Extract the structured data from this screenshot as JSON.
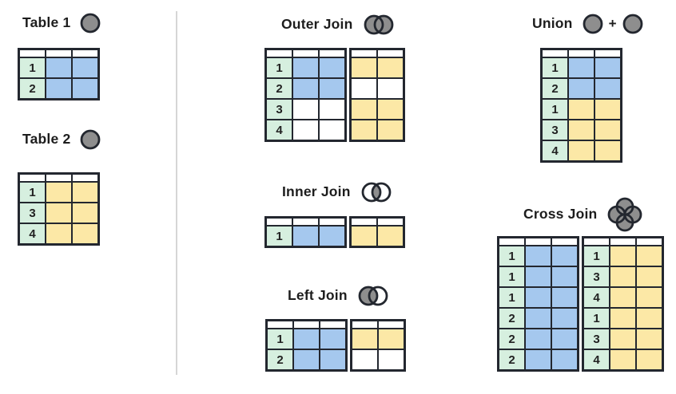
{
  "colors": {
    "green": "#d6efdf",
    "blue": "#a5c8ee",
    "yellow": "#fce8a6",
    "white": "#ffffff",
    "gray": "#8e8e8e",
    "line": "#23272f",
    "divider": "#d6d6d6"
  },
  "sections": {
    "table1": {
      "label": "Table 1",
      "icon": "single-circle"
    },
    "table2": {
      "label": "Table 2",
      "icon": "single-circle"
    },
    "outer_join": {
      "label": "Outer Join",
      "icon": "venn-both-circles-filled"
    },
    "inner_join": {
      "label": "Inner Join",
      "icon": "venn-intersection-filled"
    },
    "left_join": {
      "label": "Left Join",
      "icon": "venn-left-circle-filled"
    },
    "union": {
      "label": "Union",
      "icon": "circle-plus-circle",
      "plus": "+"
    },
    "cross_join": {
      "label": "Cross Join",
      "icon": "four-circle-cluster"
    }
  },
  "tables": {
    "table1": {
      "rows": [
        [
          {
            "t": "1",
            "c": "green"
          },
          {
            "c": "blue"
          },
          {
            "c": "blue"
          }
        ],
        [
          {
            "t": "2",
            "c": "green"
          },
          {
            "c": "blue"
          },
          {
            "c": "blue"
          }
        ]
      ]
    },
    "table2": {
      "rows": [
        [
          {
            "t": "1",
            "c": "green"
          },
          {
            "c": "yellow"
          },
          {
            "c": "yellow"
          }
        ],
        [
          {
            "t": "3",
            "c": "green"
          },
          {
            "c": "yellow"
          },
          {
            "c": "yellow"
          }
        ],
        [
          {
            "t": "4",
            "c": "green"
          },
          {
            "c": "yellow"
          },
          {
            "c": "yellow"
          }
        ]
      ]
    },
    "outer_join": {
      "split_after": 3,
      "rows": [
        [
          {
            "t": "1",
            "c": "green"
          },
          {
            "c": "blue"
          },
          {
            "c": "blue"
          },
          {
            "c": "yellow"
          },
          {
            "c": "yellow"
          }
        ],
        [
          {
            "t": "2",
            "c": "green"
          },
          {
            "c": "blue"
          },
          {
            "c": "blue"
          },
          {
            "c": "white"
          },
          {
            "c": "white"
          }
        ],
        [
          {
            "t": "3",
            "c": "green"
          },
          {
            "c": "white"
          },
          {
            "c": "white"
          },
          {
            "c": "yellow"
          },
          {
            "c": "yellow"
          }
        ],
        [
          {
            "t": "4",
            "c": "green"
          },
          {
            "c": "white"
          },
          {
            "c": "white"
          },
          {
            "c": "yellow"
          },
          {
            "c": "yellow"
          }
        ]
      ]
    },
    "inner_join": {
      "split_after": 3,
      "rows": [
        [
          {
            "t": "1",
            "c": "green"
          },
          {
            "c": "blue"
          },
          {
            "c": "blue"
          },
          {
            "c": "yellow"
          },
          {
            "c": "yellow"
          }
        ]
      ]
    },
    "left_join": {
      "split_after": 3,
      "rows": [
        [
          {
            "t": "1",
            "c": "green"
          },
          {
            "c": "blue"
          },
          {
            "c": "blue"
          },
          {
            "c": "yellow"
          },
          {
            "c": "yellow"
          }
        ],
        [
          {
            "t": "2",
            "c": "green"
          },
          {
            "c": "blue"
          },
          {
            "c": "blue"
          },
          {
            "c": "white"
          },
          {
            "c": "white"
          }
        ]
      ]
    },
    "union": {
      "rows": [
        [
          {
            "t": "1",
            "c": "green"
          },
          {
            "c": "blue"
          },
          {
            "c": "blue"
          }
        ],
        [
          {
            "t": "2",
            "c": "green"
          },
          {
            "c": "blue"
          },
          {
            "c": "blue"
          }
        ],
        [
          {
            "t": "1",
            "c": "green"
          },
          {
            "c": "yellow"
          },
          {
            "c": "yellow"
          }
        ],
        [
          {
            "t": "3",
            "c": "green"
          },
          {
            "c": "yellow"
          },
          {
            "c": "yellow"
          }
        ],
        [
          {
            "t": "4",
            "c": "green"
          },
          {
            "c": "yellow"
          },
          {
            "c": "yellow"
          }
        ]
      ]
    },
    "cross_join": {
      "split_after": 3,
      "rows": [
        [
          {
            "t": "1",
            "c": "green"
          },
          {
            "c": "blue"
          },
          {
            "c": "blue"
          },
          {
            "t": "1",
            "c": "green"
          },
          {
            "c": "yellow"
          },
          {
            "c": "yellow"
          }
        ],
        [
          {
            "t": "1",
            "c": "green"
          },
          {
            "c": "blue"
          },
          {
            "c": "blue"
          },
          {
            "t": "3",
            "c": "green"
          },
          {
            "c": "yellow"
          },
          {
            "c": "yellow"
          }
        ],
        [
          {
            "t": "1",
            "c": "green"
          },
          {
            "c": "blue"
          },
          {
            "c": "blue"
          },
          {
            "t": "4",
            "c": "green"
          },
          {
            "c": "yellow"
          },
          {
            "c": "yellow"
          }
        ],
        [
          {
            "t": "2",
            "c": "green"
          },
          {
            "c": "blue"
          },
          {
            "c": "blue"
          },
          {
            "t": "1",
            "c": "green"
          },
          {
            "c": "yellow"
          },
          {
            "c": "yellow"
          }
        ],
        [
          {
            "t": "2",
            "c": "green"
          },
          {
            "c": "blue"
          },
          {
            "c": "blue"
          },
          {
            "t": "3",
            "c": "green"
          },
          {
            "c": "yellow"
          },
          {
            "c": "yellow"
          }
        ],
        [
          {
            "t": "2",
            "c": "green"
          },
          {
            "c": "blue"
          },
          {
            "c": "blue"
          },
          {
            "t": "4",
            "c": "green"
          },
          {
            "c": "yellow"
          },
          {
            "c": "yellow"
          }
        ]
      ]
    }
  }
}
